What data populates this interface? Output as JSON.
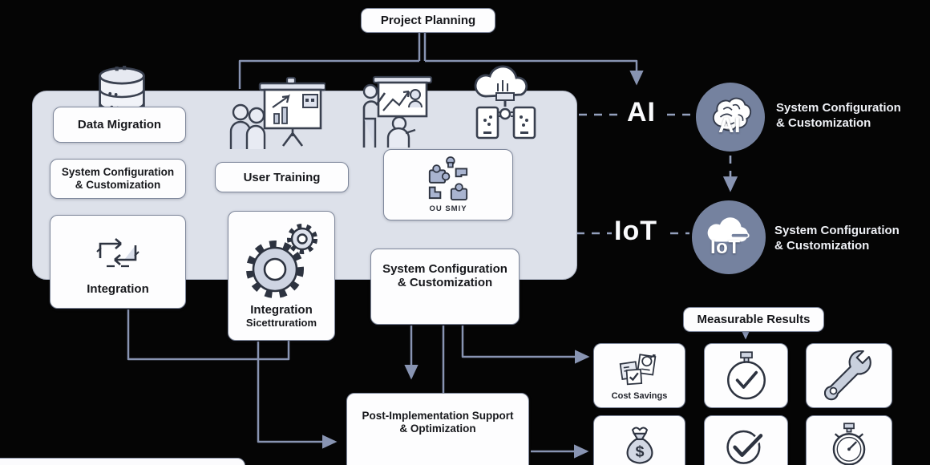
{
  "colors": {
    "background": "#050505",
    "panel": "#dde1ea",
    "box_bg": "#fdfdfe",
    "box_border": "#7e879b",
    "connector": "#8894b2",
    "badge_bg": "#75829f",
    "text_dark": "#17181c",
    "text_light": "#eef0f5"
  },
  "flow": {
    "project_planning": "Project Planning",
    "data_migration": "Data Migration",
    "system_configuration_1": {
      "line1": "System Configuration",
      "line2": "& Customization"
    },
    "user_training": "User Training",
    "puzzle_caption": "OU SMIY",
    "integration_1": "Integration",
    "integration_2": {
      "line1": "Integration",
      "line2": "Sicettruratiom"
    },
    "system_configuration_2": {
      "line1": "System Configuration",
      "line2": "& Customization"
    },
    "post_implementation": {
      "line1": "Post-Implementation Support",
      "line2": "& Optimization"
    }
  },
  "tech": {
    "ai_label": "AI",
    "ai_badge": "AI",
    "ai_caption": {
      "line1": "System Configuration",
      "line2": "& Customization"
    },
    "iot_label": "IoT",
    "iot_badge": "IoT",
    "iot_caption": {
      "line1": "System Configuration",
      "line2": "& Customization"
    }
  },
  "results": {
    "header": "Measurable Results",
    "tiles": [
      {
        "icon": "documents-check-icon",
        "label": "Cost Savings"
      },
      {
        "icon": "stopwatch-check-icon",
        "label": ""
      },
      {
        "icon": "wrench-icon",
        "label": ""
      },
      {
        "icon": "money-bag-icon",
        "label": ""
      },
      {
        "icon": "check-circle-icon",
        "label": ""
      },
      {
        "icon": "stopwatch-icon",
        "label": ""
      }
    ]
  },
  "icons": [
    "database-icon",
    "presentation-people-icon",
    "trainer-screen-icon",
    "cloud-devices-icon",
    "puzzle-icon",
    "integration-arrows-icon",
    "gears-icon",
    "brain-icon",
    "iot-cloud-icon",
    "documents-check-icon",
    "stopwatch-check-icon",
    "wrench-icon",
    "money-bag-icon",
    "check-circle-icon",
    "stopwatch-icon"
  ]
}
